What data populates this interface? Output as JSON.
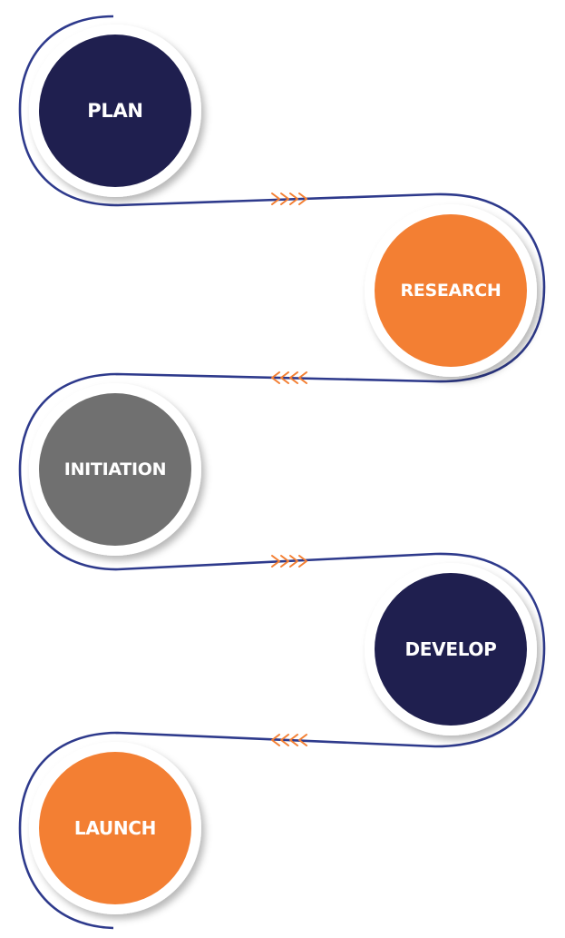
{
  "steps": [
    {
      "label": "PLAN",
      "color": "#1f1f4f",
      "color_name": "navy"
    },
    {
      "label": "RESEARCH",
      "color": "#f37f33",
      "color_name": "orange"
    },
    {
      "label": "INITIATION",
      "color": "#707070",
      "color_name": "gray"
    },
    {
      "label": "DEVELOP",
      "color": "#1f1f4f",
      "color_name": "navy"
    },
    {
      "label": "LAUNCH",
      "color": "#f37f33",
      "color_name": "orange"
    }
  ],
  "arrows": [
    {
      "direction": "right",
      "color": "#f37f33"
    },
    {
      "direction": "left",
      "color": "#f37f33"
    },
    {
      "direction": "right",
      "color": "#f37f33"
    },
    {
      "direction": "left",
      "color": "#f37f33"
    }
  ],
  "path_color": "#2e3a8c"
}
